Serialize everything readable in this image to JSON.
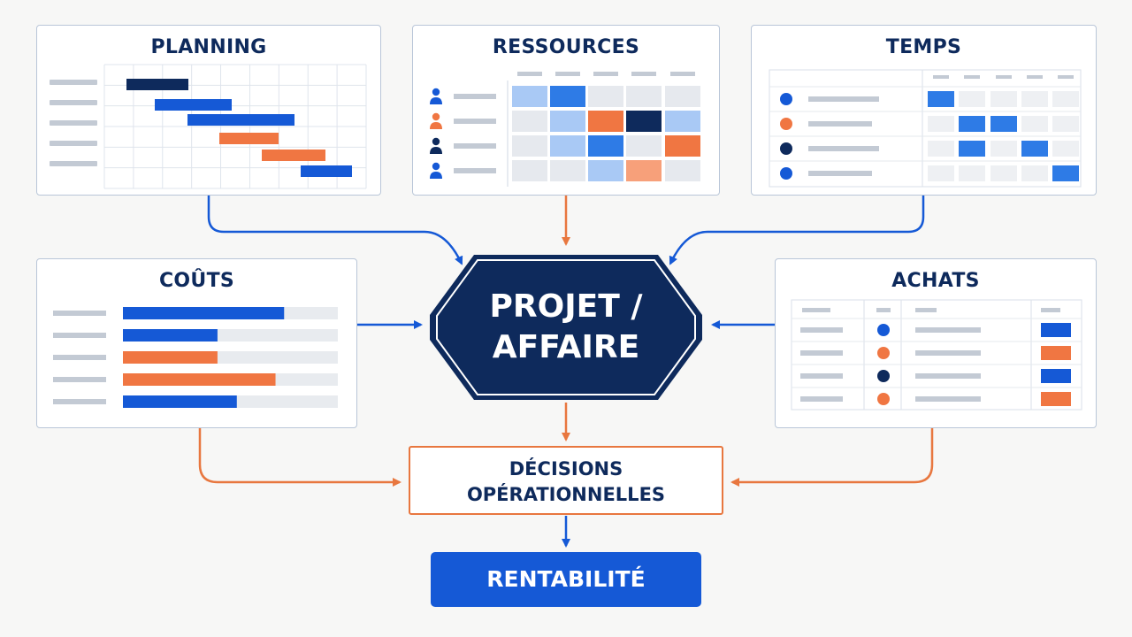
{
  "colors": {
    "navy": "#0e2a5c",
    "blue": "#1559d6",
    "mid_blue": "#2e7be6",
    "light_blue": "#a9c9f5",
    "orange": "#f07642",
    "light_orange": "#f7a07a",
    "grey_cell": "#e6e9ee",
    "grey_bar": "#c3cad4",
    "border": "#b9c6d8"
  },
  "panels": {
    "planning": {
      "title": "PLANNING",
      "icon": "gantt-chart-icon"
    },
    "ressources": {
      "title": "RESSOURCES",
      "icon": "resource-heatmap-icon"
    },
    "temps": {
      "title": "TEMPS",
      "icon": "timesheet-icon"
    },
    "couts": {
      "title": "COÛTS",
      "icon": "cost-bars-icon"
    },
    "achats": {
      "title": "ACHATS",
      "icon": "purchase-table-icon"
    }
  },
  "hub": {
    "line1": "PROJET /",
    "line2": "AFFAIRE"
  },
  "decisions": {
    "line1": "DÉCISIONS",
    "line2": "OPÉRATIONNELLES"
  },
  "outcome": {
    "label": "RENTABILITÉ"
  },
  "planning_bars": [
    {
      "color": "navy"
    },
    {
      "color": "blue"
    },
    {
      "color": "blue"
    },
    {
      "color": "orange"
    },
    {
      "color": "orange"
    },
    {
      "color": "blue"
    }
  ],
  "ressources_rows": [
    {
      "person": "blue",
      "cells": [
        "light_blue",
        "mid_blue",
        "grey_cell",
        "grey_cell",
        "grey_cell"
      ]
    },
    {
      "person": "orange",
      "cells": [
        "grey_cell",
        "light_blue",
        "orange",
        "navy",
        "light_blue"
      ]
    },
    {
      "person": "navy",
      "cells": [
        "grey_cell",
        "light_blue",
        "mid_blue",
        "grey_cell",
        "orange"
      ]
    },
    {
      "person": "blue",
      "cells": [
        "grey_cell",
        "grey_cell",
        "light_blue",
        "light_orange",
        "grey_cell"
      ]
    }
  ],
  "temps_rows": [
    {
      "dot": "blue",
      "filled": [
        true,
        false,
        false,
        false,
        false
      ]
    },
    {
      "dot": "orange",
      "filled": [
        false,
        true,
        true,
        false,
        false
      ]
    },
    {
      "dot": "navy",
      "filled": [
        false,
        true,
        false,
        true,
        false
      ]
    },
    {
      "dot": "blue",
      "filled": [
        false,
        false,
        false,
        false,
        true
      ]
    }
  ],
  "couts_bars": [
    {
      "level": 0.75,
      "color": "blue"
    },
    {
      "level": 0.44,
      "color": "blue"
    },
    {
      "level": 0.44,
      "color": "orange"
    },
    {
      "level": 0.71,
      "color": "orange"
    },
    {
      "level": 0.53,
      "color": "blue"
    }
  ],
  "achats_rows": [
    {
      "dot": "blue",
      "status": "blue"
    },
    {
      "dot": "orange",
      "status": "orange"
    },
    {
      "dot": "navy",
      "status": "blue"
    },
    {
      "dot": "orange",
      "status": "orange"
    }
  ]
}
